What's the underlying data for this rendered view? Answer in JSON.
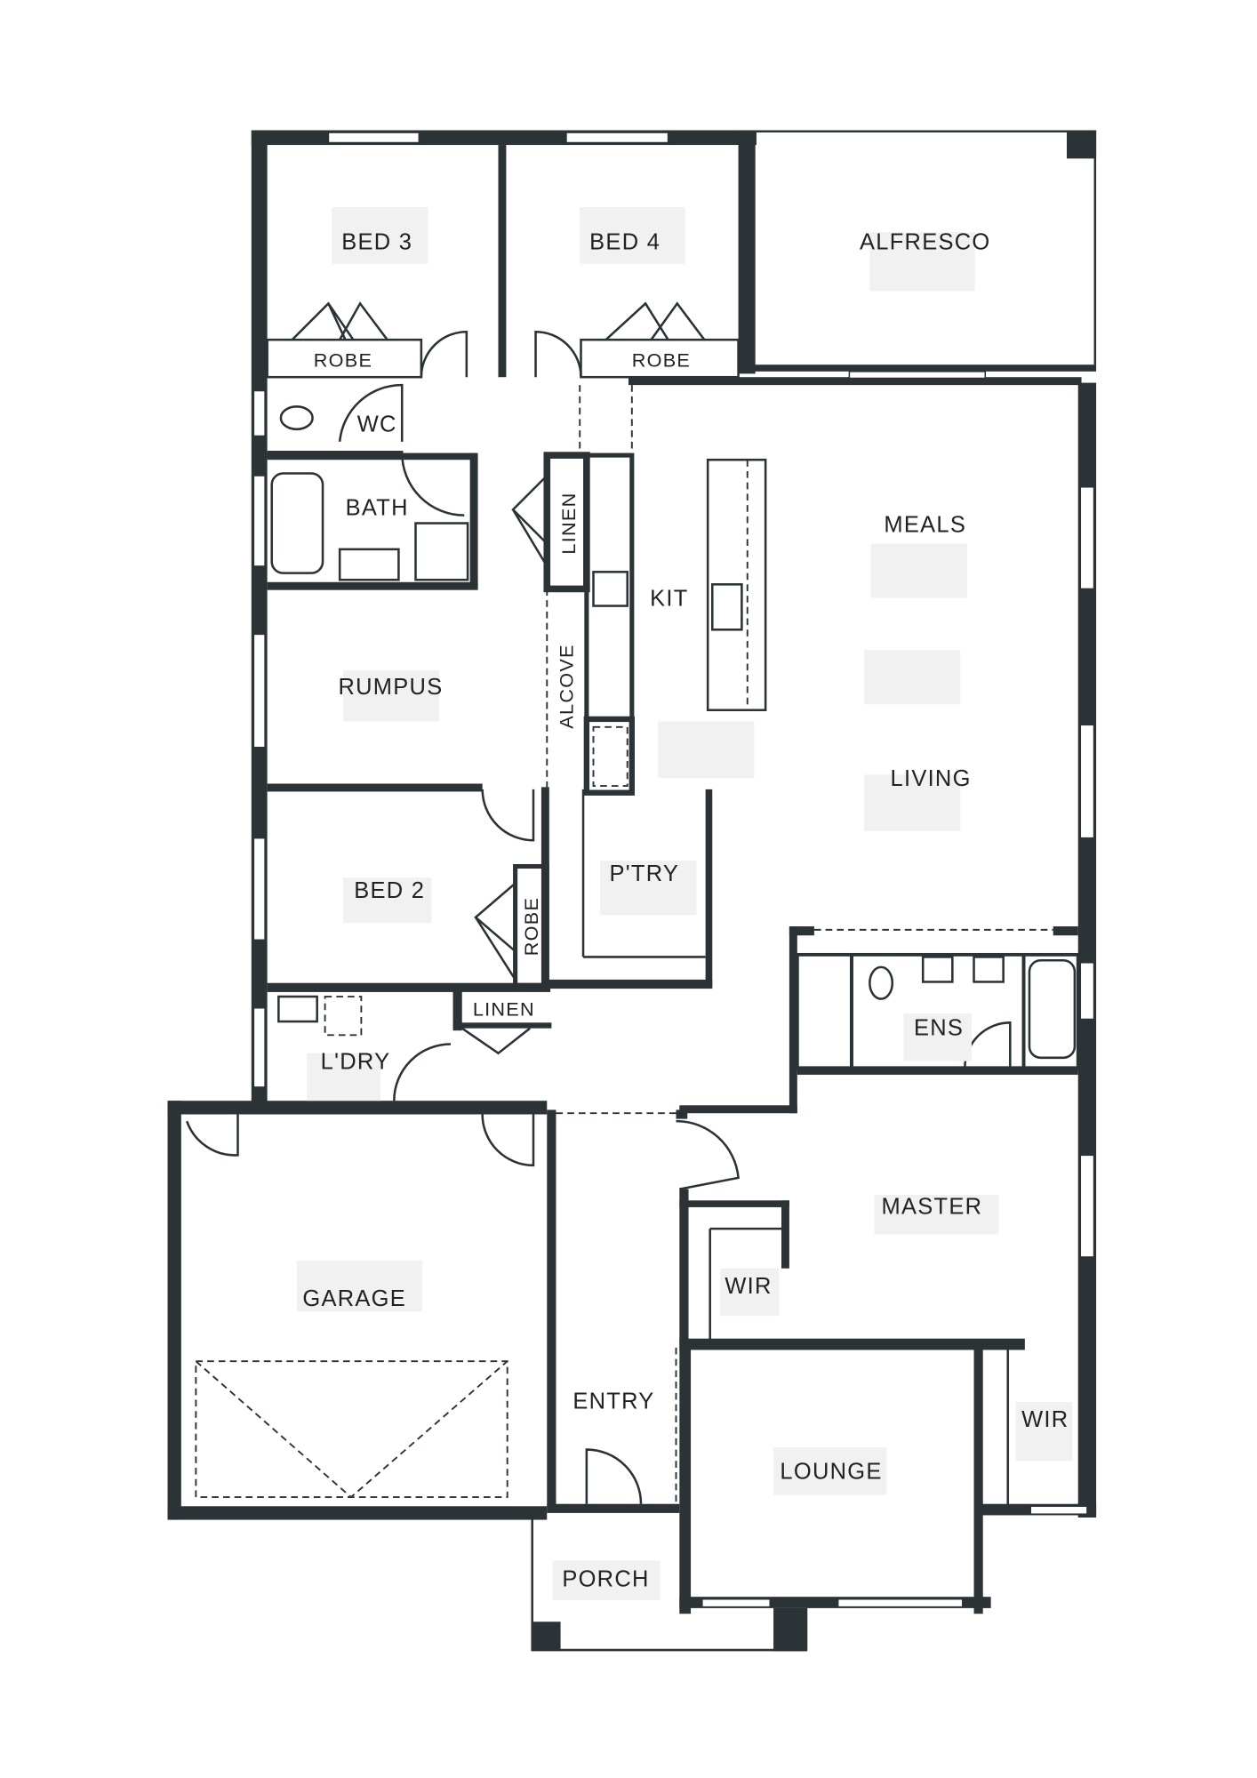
{
  "plan": {
    "rooms": {
      "bed3": "BED 3",
      "bed4": "BED 4",
      "alfresco": "ALFRESCO",
      "robe_bed3": "ROBE",
      "robe_bed4": "ROBE",
      "wc": "WC",
      "bath": "BATH",
      "linen_hall": "LINEN",
      "kit": "KIT",
      "meals": "MEALS",
      "rumpus": "RUMPUS",
      "alcove": "ALCOVE",
      "living": "LIVING",
      "pantry": "P'TRY",
      "bed2": "BED 2",
      "robe_bed2": "ROBE",
      "linen_laundry": "LINEN",
      "laundry": "L'DRY",
      "ensuite": "ENS",
      "master": "MASTER",
      "garage": "GARAGE",
      "wir_master": "WIR",
      "wir_lounge": "WIR",
      "entry": "ENTRY",
      "lounge": "LOUNGE",
      "porch": "PORCH"
    },
    "wall_color": "#2b3336"
  }
}
